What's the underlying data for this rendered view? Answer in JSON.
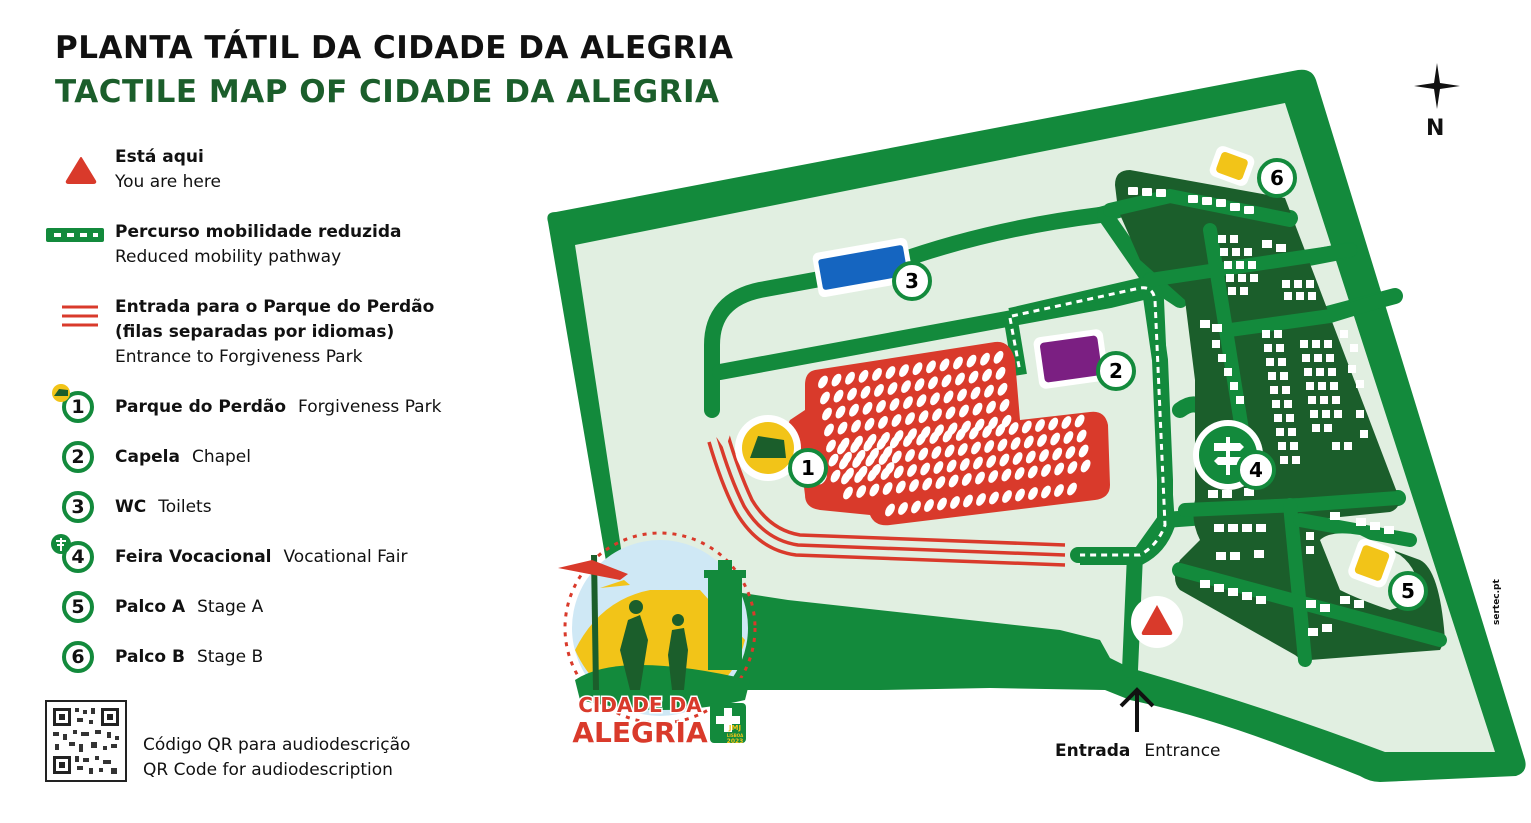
{
  "title": {
    "pt": "PLANTA TÁTIL DA CIDADE DA ALEGRIA",
    "en": "TACTILE MAP OF CIDADE DA ALEGRIA"
  },
  "legend": {
    "you_are_here": {
      "pt": "Está aqui",
      "en": "You are here",
      "icon": "red-triangle-icon",
      "color": "#d93a2b"
    },
    "mobility": {
      "pt": "Percurso mobilidade reduzida",
      "en": "Reduced mobility pathway",
      "icon": "dashed-path-icon"
    },
    "entrance_park": {
      "pt": "Entrada para o Parque do Perdão",
      "pt2": "(filas separadas por idiomas)",
      "en": "Entrance to Forgiveness Park",
      "icon": "red-lines-icon"
    },
    "items": [
      {
        "num": "1",
        "pt": "Parque do Perdão",
        "en": "Forgiveness Park"
      },
      {
        "num": "2",
        "pt": "Capela",
        "en": "Chapel"
      },
      {
        "num": "3",
        "pt": "WC",
        "en": "Toilets"
      },
      {
        "num": "4",
        "pt": "Feira Vocacional",
        "en": "Vocational Fair"
      },
      {
        "num": "5",
        "pt": "Palco A",
        "en": "Stage A"
      },
      {
        "num": "6",
        "pt": "Palco B",
        "en": "Stage B"
      }
    ]
  },
  "qr": {
    "pt": "Código QR para audiodescrição",
    "en": "QR Code for audiodescription"
  },
  "map": {
    "markers": [
      "1",
      "2",
      "3",
      "4",
      "5",
      "6"
    ],
    "compass": "N",
    "entrance": {
      "pt": "Entrada",
      "en": "Entrance"
    },
    "logo": {
      "line1": "CIDADE DA",
      "line2": "ALEGRIA",
      "badge": "JMJ",
      "badge2": "LISBOA",
      "year": "2023"
    },
    "credit": "sertec.pt"
  },
  "colors": {
    "green": "#138a3c",
    "dark_green": "#1b5e2b",
    "light_green": "#e1efe1",
    "red": "#d93a2b",
    "blue": "#1565c0",
    "purple": "#7b1f82",
    "yellow": "#f2c418"
  }
}
